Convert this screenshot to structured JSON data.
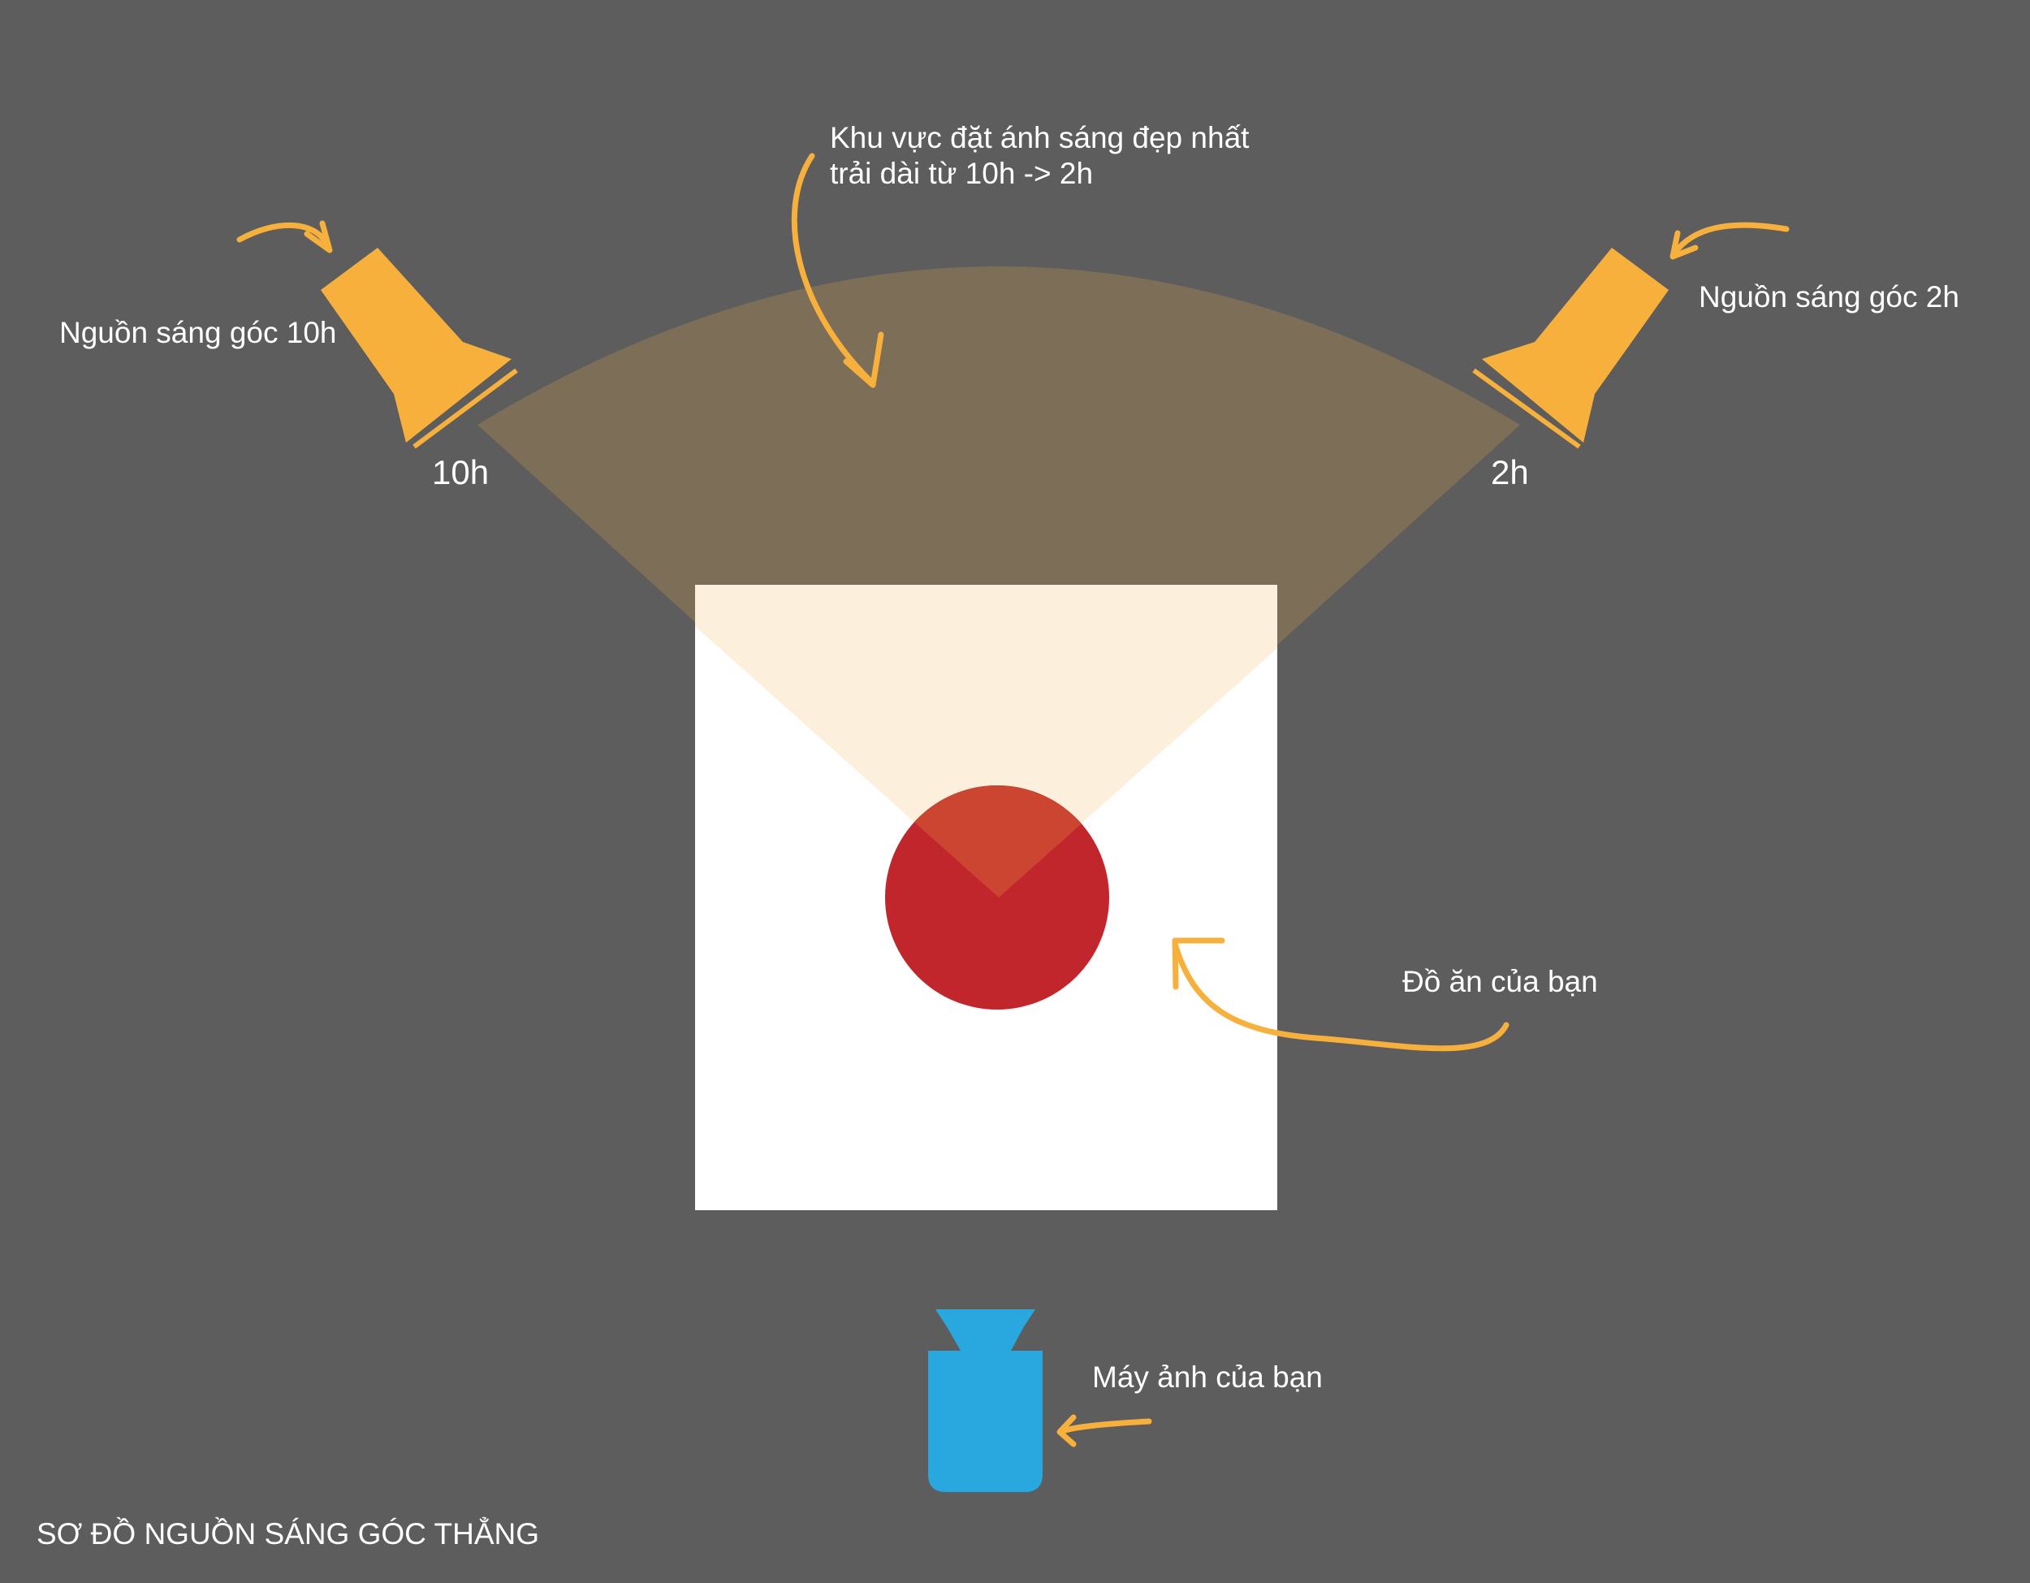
{
  "colors": {
    "background": "#5d5d5d",
    "light_orange": "#f8b03c",
    "light_zone": "#7d6e58",
    "light_beam_on_white": "#fcefdb",
    "table": "#ffffff",
    "food": "#c1262c",
    "food_lit": "#cb4531",
    "camera": "#29a8e0",
    "text": "#ffffff"
  },
  "icons": {
    "left_light": "spotlight-icon",
    "right_light": "spotlight-icon",
    "camera": "camera-icon",
    "arrows": "curved-arrow-icon"
  },
  "labels": {
    "zone_line1": "Khu vực đặt ánh sáng đẹp nhất",
    "zone_line2": "trải dài từ 10h -> 2h",
    "left_source": "Nguồn sáng góc 10h",
    "right_source": "Nguồn sáng góc 2h",
    "left_clock": "10h",
    "right_clock": "2h",
    "food": "Đồ ăn của bạn",
    "camera": "Máy ảnh của bạn",
    "caption": "SƠ ĐỒ NGUỒN SÁNG GÓC THẲNG"
  }
}
